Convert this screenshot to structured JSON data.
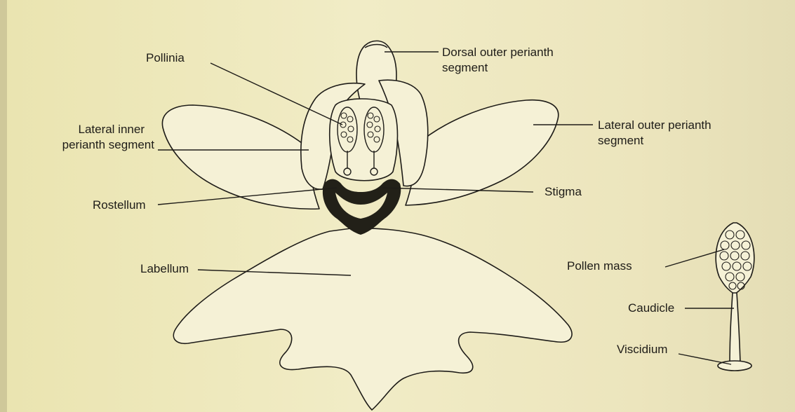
{
  "labels": {
    "pollinia": "Pollinia",
    "dorsal_line1": "Dorsal outer perianth",
    "dorsal_line2": "segment",
    "lateral_inner_line1": "Lateral inner",
    "lateral_inner_line2": "perianth segment",
    "lateral_outer_line1": "Lateral outer perianth",
    "lateral_outer_line2": "segment",
    "rostellum": "Rostellum",
    "stigma": "Stigma",
    "labellum": "Labellum",
    "pollen_mass": "Pollen mass",
    "caudicle": "Caudicle",
    "viscidium": "Viscidium"
  },
  "colors": {
    "paper": "#efe9c2",
    "ink": "#1e1c18"
  }
}
